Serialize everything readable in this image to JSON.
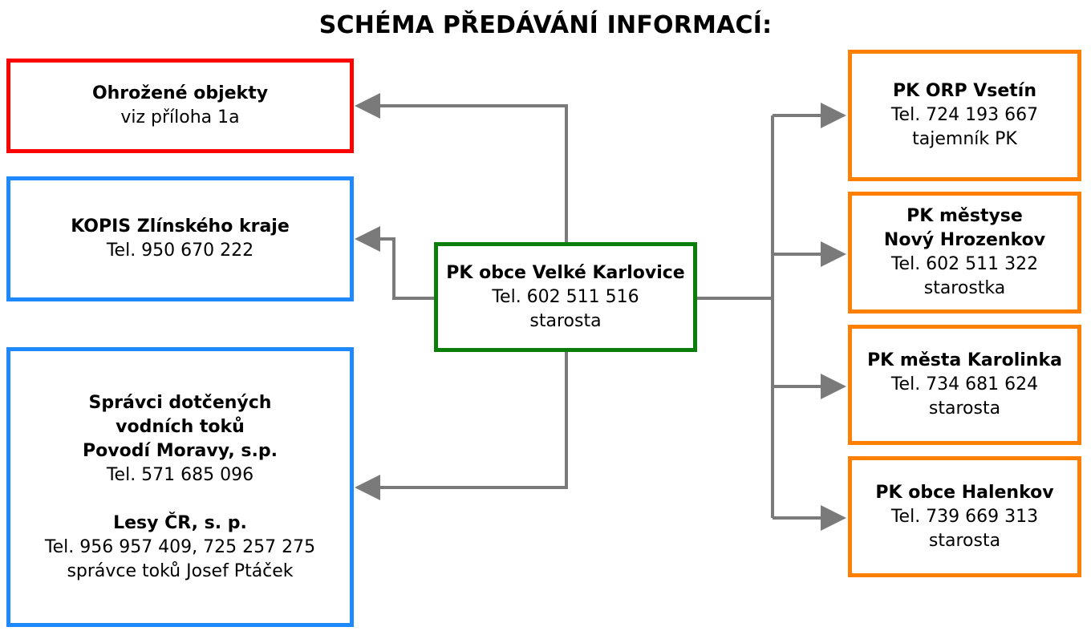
{
  "title": "SCHÉMA PŘEDÁVÁNÍ INFORMACÍ:",
  "colors": {
    "red": "#ff0000",
    "blue": "#1e88ff",
    "green": "#0a7d0a",
    "orange": "#ff8000",
    "connector": "#7a7a7a"
  },
  "nodes": {
    "ohrozene": {
      "name": "Ohrožené objekty",
      "detail": "viz příloha 1a"
    },
    "kopis": {
      "name": "KOPIS Zlínského kraje",
      "phone": "Tel. 950 670 222"
    },
    "spravci": {
      "name_line1": "Správci dotčených",
      "name_line2": "vodních toků",
      "povodi_name": "Povodí Moravy, s.p.",
      "povodi_phone": "Tel. 571 685 096",
      "lesy_name": "Lesy ČR, s. p.",
      "lesy_phone": "Tel. 956 957 409, 725 257 275",
      "lesy_contact": "správce toků Josef Ptáček"
    },
    "center": {
      "name": "PK obce Velké Karlovice",
      "phone": "Tel. 602 511 516",
      "role": "starosta"
    },
    "orp": {
      "name": "PK ORP Vsetín",
      "phone": "Tel. 724 193 667",
      "role": "tajemník PK"
    },
    "hrozenkov": {
      "name_line1": "PK městyse",
      "name_line2": "Nový Hrozenkov",
      "phone": "Tel. 602 511 322",
      "role": "starostka"
    },
    "karolinka": {
      "name": "PK města Karolinka",
      "phone": "Tel. 734 681 624",
      "role": "starosta"
    },
    "halenkov": {
      "name": "PK obce Halenkov",
      "phone": "Tel. 739 669 313",
      "role": "starosta"
    }
  }
}
